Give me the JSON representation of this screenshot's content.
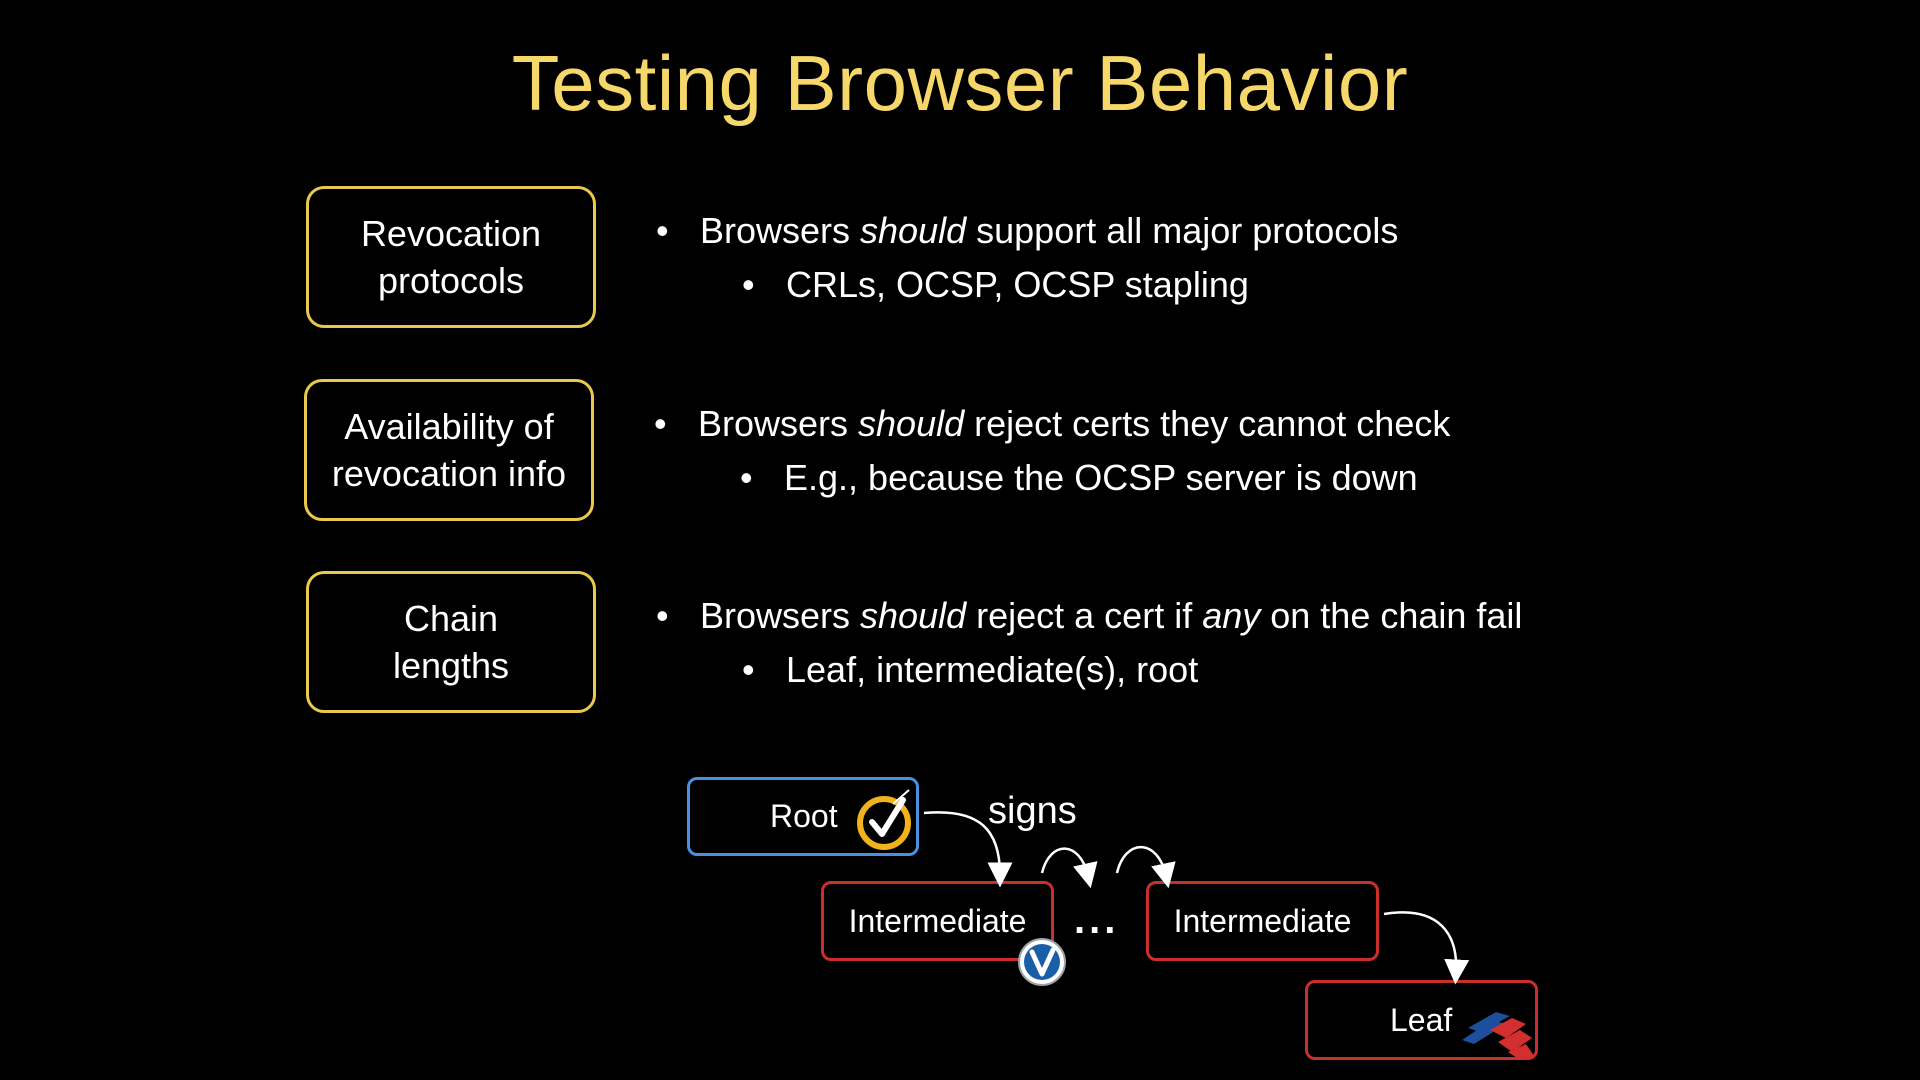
{
  "title": "Testing Browser Behavior",
  "rows": [
    {
      "topic": [
        "Revocation",
        "protocols"
      ],
      "main": [
        "Browsers ",
        "should",
        " support all major protocols"
      ],
      "sub": "CRLs, OCSP, OCSP stapling"
    },
    {
      "topic": [
        "Availability of",
        "revocation info"
      ],
      "main": [
        "Browsers ",
        "should",
        " reject certs they cannot check"
      ],
      "sub": "E.g., because the OCSP server is down"
    },
    {
      "topic": [
        "Chain",
        "lengths"
      ],
      "main": [
        "Browsers ",
        "should",
        " reject a cert if ",
        "any",
        " on the chain fail"
      ],
      "sub": "Leaf, intermediate(s), root"
    }
  ],
  "bullet_char": "•",
  "diagram": {
    "root_label": "Root",
    "signs_label": "signs",
    "intermediate_label_1": "Intermediate",
    "intermediate_label_2": "Intermediate",
    "ellipsis": "...",
    "leaf_label": "Leaf",
    "colors": {
      "root_border": "#4a90e2",
      "chain_border": "#c9302c",
      "topic_border": "#e9c84b",
      "title": "#f5d76a"
    },
    "icons": [
      "norton-check-icon",
      "verisign-v-icon",
      "bank-flag-icon"
    ]
  }
}
